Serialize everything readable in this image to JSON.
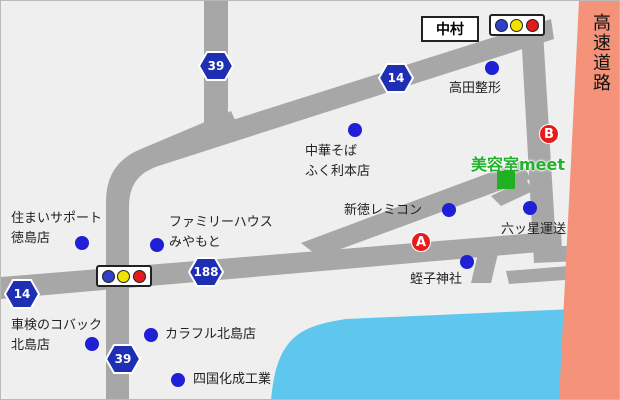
{
  "expressway": {
    "label": "高速道路",
    "color": "#f4937a"
  },
  "sea_color": "#5fc6ee",
  "road_color": "#a7a7a7",
  "intersection": {
    "name": "中村"
  },
  "destination": {
    "name": "美容室meet",
    "color": "#21b32b"
  },
  "markers": {
    "a": "A",
    "b": "B"
  },
  "routes": {
    "r39_top": "39",
    "r39_bottom": "39",
    "r14_top": "14",
    "r14_left": "14",
    "r188": "188"
  },
  "landmarks": {
    "takada": "高田整形",
    "chuka": "中華そば",
    "chuka2": "ふく利本店",
    "shintoku": "新徳レミコン",
    "rokusei": "六ッ星運送",
    "ebisu": "蛭子神社",
    "sumai": "住まいサポート",
    "sumai2": "徳島店",
    "family": "ファミリーハウス",
    "family2": "みやもと",
    "kobac": "車検のコバック",
    "kobac2": "北島店",
    "colorful": "カラフル北島店",
    "shikoku": "四国化成工業"
  }
}
